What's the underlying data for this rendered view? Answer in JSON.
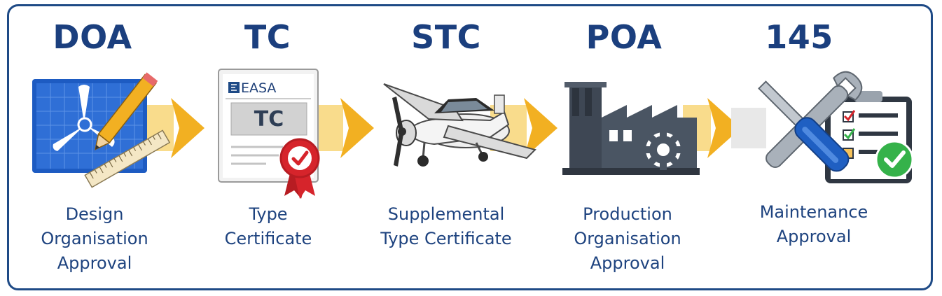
{
  "steps": [
    {
      "acronym": "DOA",
      "label_lines": [
        "Design",
        "Organisation",
        "Approval"
      ],
      "icon": "blueprint-propeller-icon"
    },
    {
      "acronym": "TC",
      "label_lines": [
        "Type",
        "Certificate"
      ],
      "icon": "easa-certificate-icon",
      "doc_brand": "EASA",
      "doc_title": "TC"
    },
    {
      "acronym": "STC",
      "label_lines": [
        "Supplemental",
        "Type Certificate"
      ],
      "icon": "aircraft-icon"
    },
    {
      "acronym": "POA",
      "label_lines": [
        "Production",
        "Organisation",
        "Approval"
      ],
      "icon": "factory-gear-icon"
    },
    {
      "acronym": "145",
      "label_lines": [
        "Maintenance",
        "Approval"
      ],
      "icon": "tools-checklist-icon"
    }
  ],
  "colors": {
    "border": "#1e4a86",
    "acronym": "#1b3f7e",
    "label": "#1e437f",
    "arrow": "#f2b022",
    "blueprint": "#2f6fd6",
    "check_green": "#35b24a",
    "seal_red": "#d6242b"
  }
}
